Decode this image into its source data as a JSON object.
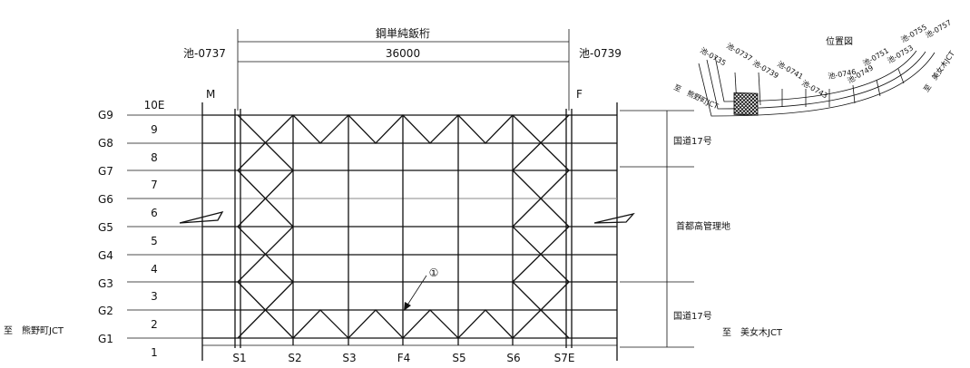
{
  "header": {
    "title": "鋼単純鈑桁",
    "span_length": "36000",
    "pier_left": "池-0737",
    "pier_right": "池-0739",
    "support_left": "M",
    "support_right": "F"
  },
  "girders": [
    "G9",
    "G8",
    "G7",
    "G6",
    "G5",
    "G4",
    "G3",
    "G2",
    "G1"
  ],
  "panels": [
    "10E",
    "9",
    "8",
    "7",
    "6",
    "5",
    "4",
    "3",
    "2",
    "1"
  ],
  "sections": [
    "S1",
    "S2",
    "S3",
    "F4",
    "S5",
    "S6",
    "S7E"
  ],
  "annotation": {
    "mark": "①"
  },
  "right_labels": [
    "国道17号",
    "首都高管理地",
    "国道17号"
  ],
  "directions": {
    "left": "至　熊野町JCT",
    "right": "至　美女木JCT"
  },
  "location_map": {
    "title": "位置図",
    "piers": [
      "池-0735",
      "池-0737",
      "池-0739",
      "池-0741",
      "池-0743",
      "池-0746",
      "池-0749",
      "池-0751",
      "池-0753",
      "池-0755",
      "池-0757"
    ],
    "dir_left": "至　熊野町JCT",
    "dir_right": "至　美女木JCT"
  }
}
